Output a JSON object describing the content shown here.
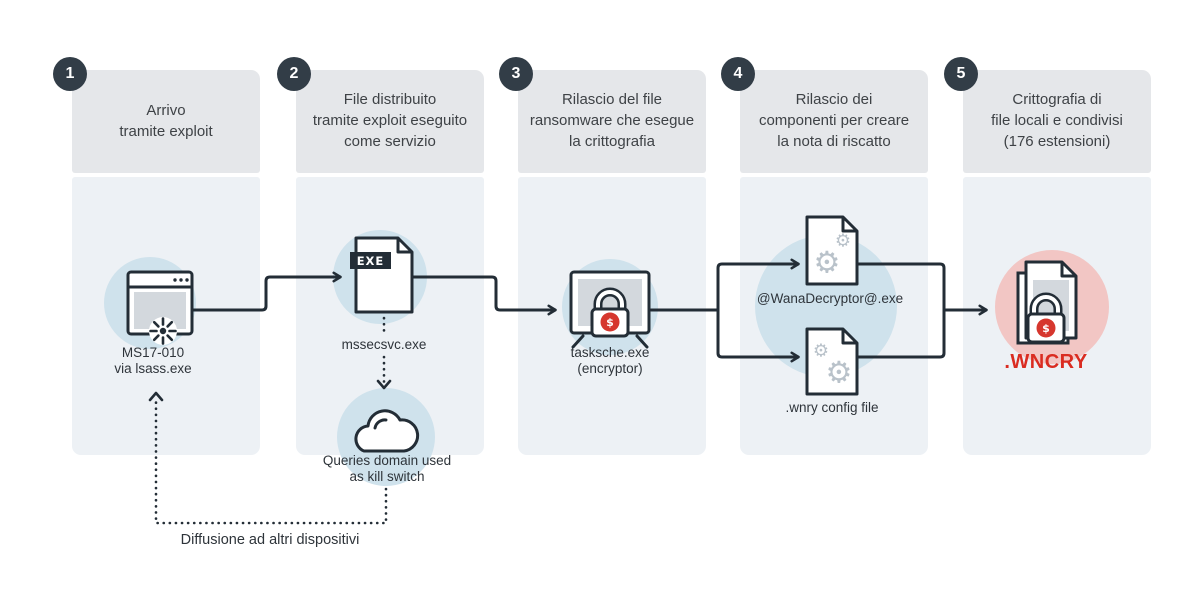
{
  "steps": [
    {
      "number": "1",
      "header": "Arrivo\ntramite exploit"
    },
    {
      "number": "2",
      "header": "File distribuito\ntramite exploit eseguito\ncome servizio"
    },
    {
      "number": "3",
      "header": "Rilascio del file\nransomware che esegue\nla crittografia"
    },
    {
      "number": "4",
      "header": "Rilascio dei\ncomponenti per creare\nla nota di riscatto"
    },
    {
      "number": "5",
      "header": "Crittografia di\nfile locali e condivisi\n(176 estensioni)"
    }
  ],
  "labels": {
    "step1_icon": "MS17-010\nvia lsass.exe",
    "step2_file": "mssecsvc.exe",
    "step2_cloud": "Queries domain used\nas kill switch",
    "step3_icon": "tasksche.exe\n(encryptor)",
    "step4_top_file": "@WanaDecryptor@.exe",
    "step4_bottom_file": ".wnry config file",
    "step5_extension": ".WNCRY",
    "spread_note": "Diffusione ad altri dispositivi"
  },
  "icons": {
    "exe_badge": "EXE",
    "dollar_sign": "$",
    "gear_glyph": "⚙"
  },
  "colors": {
    "accent_circle_blue": "#cfe2ec",
    "accent_circle_pink": "#f2c6c4",
    "badge_dark": "#323d47",
    "line_dark": "#232d36",
    "header_gray": "#e5e7ea",
    "body_gray": "#edf1f5",
    "screen_gray": "#d3d8dd",
    "gear_gray": "#b9c2ca",
    "alert_red": "#d6372e",
    "wncry_red": "#da2c21"
  }
}
